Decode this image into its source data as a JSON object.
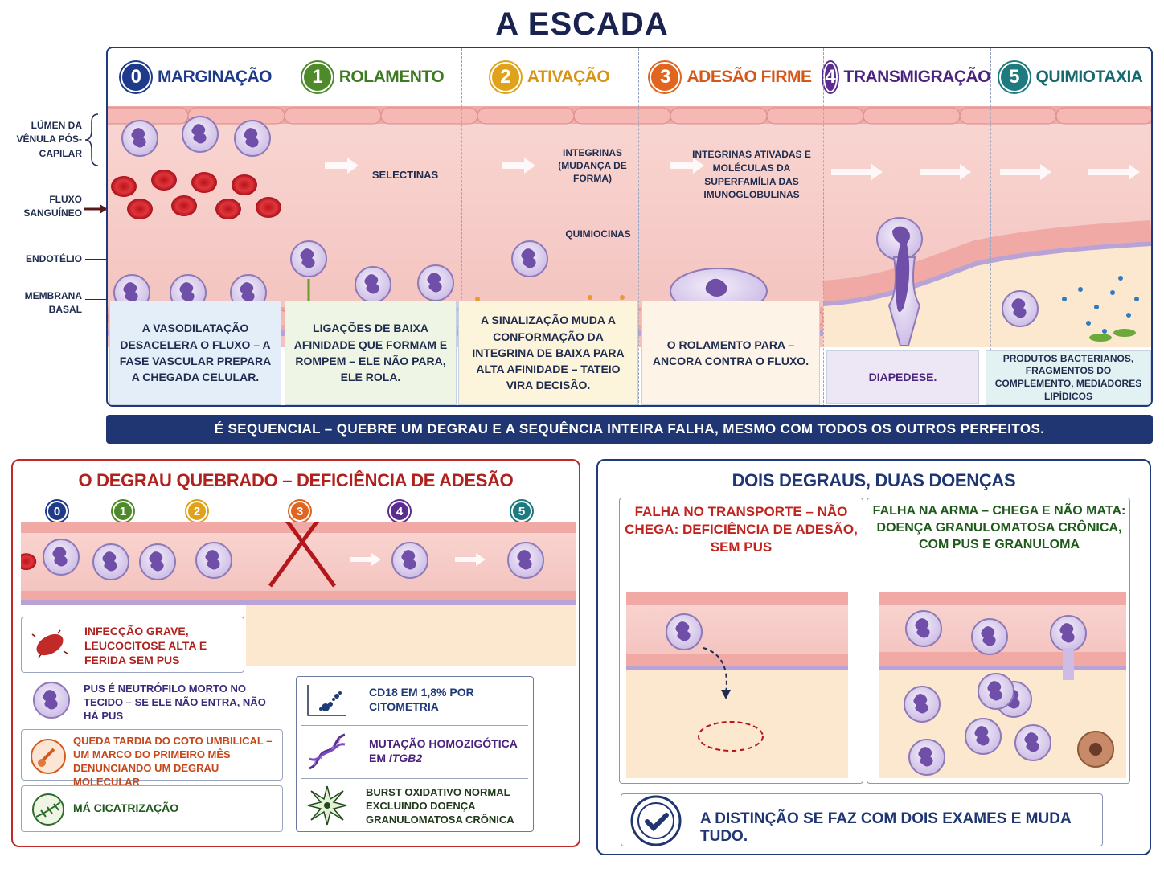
{
  "title": "A ESCADA",
  "steps": [
    {
      "num": "0",
      "name": "MARGINAÇÃO",
      "color": "#1f3a8a",
      "desc": "A VASODILATAÇÃO DESACELERA O FLUXO – A FASE VASCULAR PREPARA A CHEGADA CELULAR.",
      "bg": "#e3eef8"
    },
    {
      "num": "1",
      "name": "ROLAMENTO",
      "color": "#4e8a2a",
      "desc": "LIGAÇÕES DE BAIXA AFINIDADE QUE FORMAM E ROMPEM – ELE NÃO PARA, ELE ROLA.",
      "bg": "#eef5e4"
    },
    {
      "num": "2",
      "name": "ATIVAÇÃO",
      "color": "#e0a21a",
      "desc": "A SINALIZAÇÃO MUDA A CONFORMAÇÃO DA INTEGRINA DE BAIXA PARA ALTA AFINIDADE – TATEIO VIRA DECISÃO.",
      "bg": "#fdf4dc"
    },
    {
      "num": "3",
      "name": "ADESÃO FIRME",
      "color": "#e0651e",
      "desc": "O ROLAMENTO PARA – ANCORA CONTRA O FLUXO.",
      "bg": "#fdf3e6"
    },
    {
      "num": "4",
      "name": "TRANSMIGRAÇÃO",
      "color": "#5b2d91",
      "desc": "DIAPEDESE.",
      "bg": "#ede6f5"
    },
    {
      "num": "5",
      "name": "QUIMIOTAXIA",
      "color": "#1d7a7f",
      "desc": "PRODUTOS BACTERIANOS, FRAGMENTOS DO COMPLEMENTO, MEDIADORES LIPÍDICOS",
      "bg": "#e2f1f1"
    }
  ],
  "side_labels": {
    "lumen": "LÚMEN DA VÊNULA PÓS-CAPILAR",
    "flow": "FLUXO SANGUÍNEO",
    "endothelium": "ENDOTÉLIO",
    "membrane": "MEMBRANA BASAL"
  },
  "annotations": {
    "selectins": "SELECTINAS",
    "integrins_shape": "INTEGRINAS (MUDANÇA DE FORMA)",
    "chemokines": "QUIMIOCINAS",
    "integrins_activated": "INTEGRINAS ATIVADAS E MOLÉCULAS DA SUPERFAMÍLIA DAS IMUNOGLOBULINAS"
  },
  "banner": "É SEQUENCIAL – QUEBRE UM DEGRAU E A SEQUÊNCIA INTEIRA FALHA, MESMO COM TODOS OS OUTROS PERFEITOS.",
  "left_panel": {
    "title": "O DEGRAU QUEBRADO – DEFICIÊNCIA DE ADESÃO",
    "step_numbers": [
      "0",
      "1",
      "2",
      "3",
      "4",
      "5"
    ],
    "items": [
      {
        "icon": "bacteria-icon",
        "text": "INFECÇÃO GRAVE, LEUCOCITOSE ALTA E FERIDA SEM PUS"
      },
      {
        "icon": "neutrophil-icon",
        "text": "PUS É NEUTRÓFILO MORTO NO TECIDO – SE ELE NÃO ENTRA, NÃO HÁ PUS"
      },
      {
        "icon": "umbilical-clamp-icon",
        "text": "QUEDA TARDIA DO COTO UMBILICAL – UM MARCO DO PRIMEIRO MÊS DENUNCIANDO UM DEGRAU MOLECULAR"
      },
      {
        "icon": "wound-suture-icon",
        "text": "MÁ CICATRIZAÇÃO"
      }
    ],
    "tests": [
      {
        "icon": "flow-cytometry-icon",
        "text": "CD18 EM 1,8% POR CITOMETRIA"
      },
      {
        "icon": "dna-icon",
        "text": "MUTAÇÃO HOMOZIGÓTICA EM",
        "italic": "ITGB2"
      },
      {
        "icon": "burst-icon",
        "text": "BURST OXIDATIVO NORMAL EXCLUINDO DOENÇA GRANULOMATOSA CRÔNICA"
      }
    ]
  },
  "right_panel": {
    "title": "DOIS DEGRAUS, DUAS DOENÇAS",
    "left_case": "FALHA NO TRANSPORTE – NÃO CHEGA: DEFICIÊNCIA DE ADESÃO, SEM PUS",
    "right_case": "FALHA NA ARMA – CHEGA E NÃO MATA: DOENÇA GRANULOMATOSA CRÔNICA, COM PUS E GRANULOMA",
    "conclusion": "A DISTINÇÃO SE FAZ COM DOIS EXAMES E MUDA TUDO.",
    "colors": {
      "left": "#c0241f",
      "right": "#1f5a1a"
    }
  }
}
